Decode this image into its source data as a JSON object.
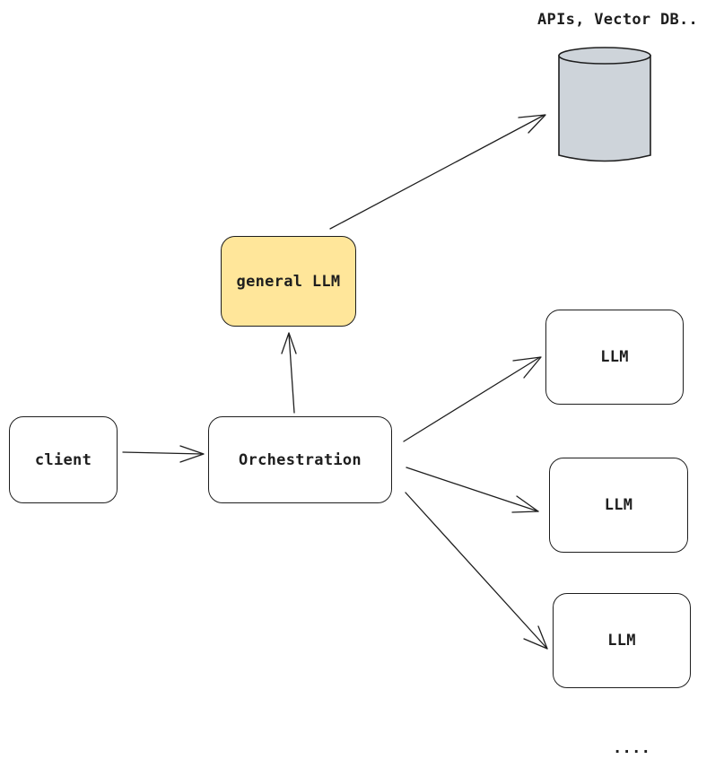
{
  "nodes": {
    "client": "client",
    "orchestration": "Orchestration",
    "general_llm": "general LLM",
    "llm_1": "LLM",
    "llm_2": "LLM",
    "llm_3": "LLM"
  },
  "datastore_label": "APIs, Vector DB..",
  "ellipsis": "....",
  "colors": {
    "stroke": "#1e1e1e",
    "highlight_fill": "#ffe69a",
    "database_fill": "#ced4da"
  }
}
